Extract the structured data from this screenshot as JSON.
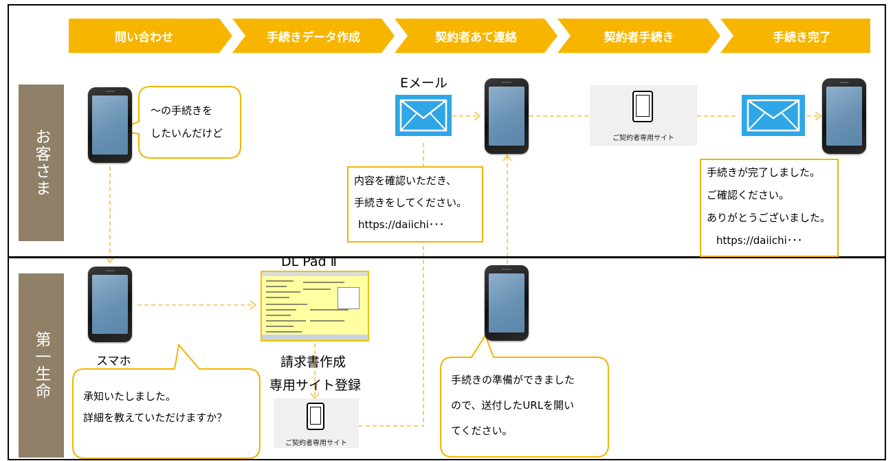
{
  "steps": [
    "問い合わせ",
    "手続きデータ作成",
    "契約者あて連絡",
    "契約者手続き",
    "手続き完了"
  ],
  "lanes": {
    "customer": "お客さま",
    "company": "第一生命"
  },
  "customer_lane": {
    "inquiry_bubble": [
      "～の手続きを",
      "したいんだけど"
    ],
    "email_label": "Eメール",
    "contract_site_caption": "ご契約者専用サイト",
    "email_message": [
      "内容を確認いただき、",
      "手続きをしてください。",
      "https://daiichi･･･"
    ],
    "completion_message": [
      "手続きが完了しました。",
      "ご確認ください。",
      "ありがとうございました。",
      "https://daiichi･･･"
    ]
  },
  "company_lane": {
    "smartphone_label": "スマホ",
    "reply_bubble": [
      "承知いたしました。",
      "詳細を教えていただけますか？"
    ],
    "dlpad_label": "DL Pad Ⅱ",
    "invoice_label": "請求書作成",
    "site_registration_label": "専用サイト登録",
    "contract_site_caption": "ご契約者専用サイト",
    "ready_bubble": [
      "手続きの準備ができました",
      "ので、送付したURLを開い",
      "てください。"
    ]
  },
  "colors": {
    "step_arrow": "#f7b500",
    "lane_label_bg": "#8f8067",
    "bubble_border": "#f2b400",
    "dashed_connector": "#f5c04a",
    "email_icon": "#2fa6e6"
  },
  "icons": [
    "smartphone-icon",
    "email-envelope-icon",
    "contract-site-icon",
    "dlpad-screenshot"
  ]
}
